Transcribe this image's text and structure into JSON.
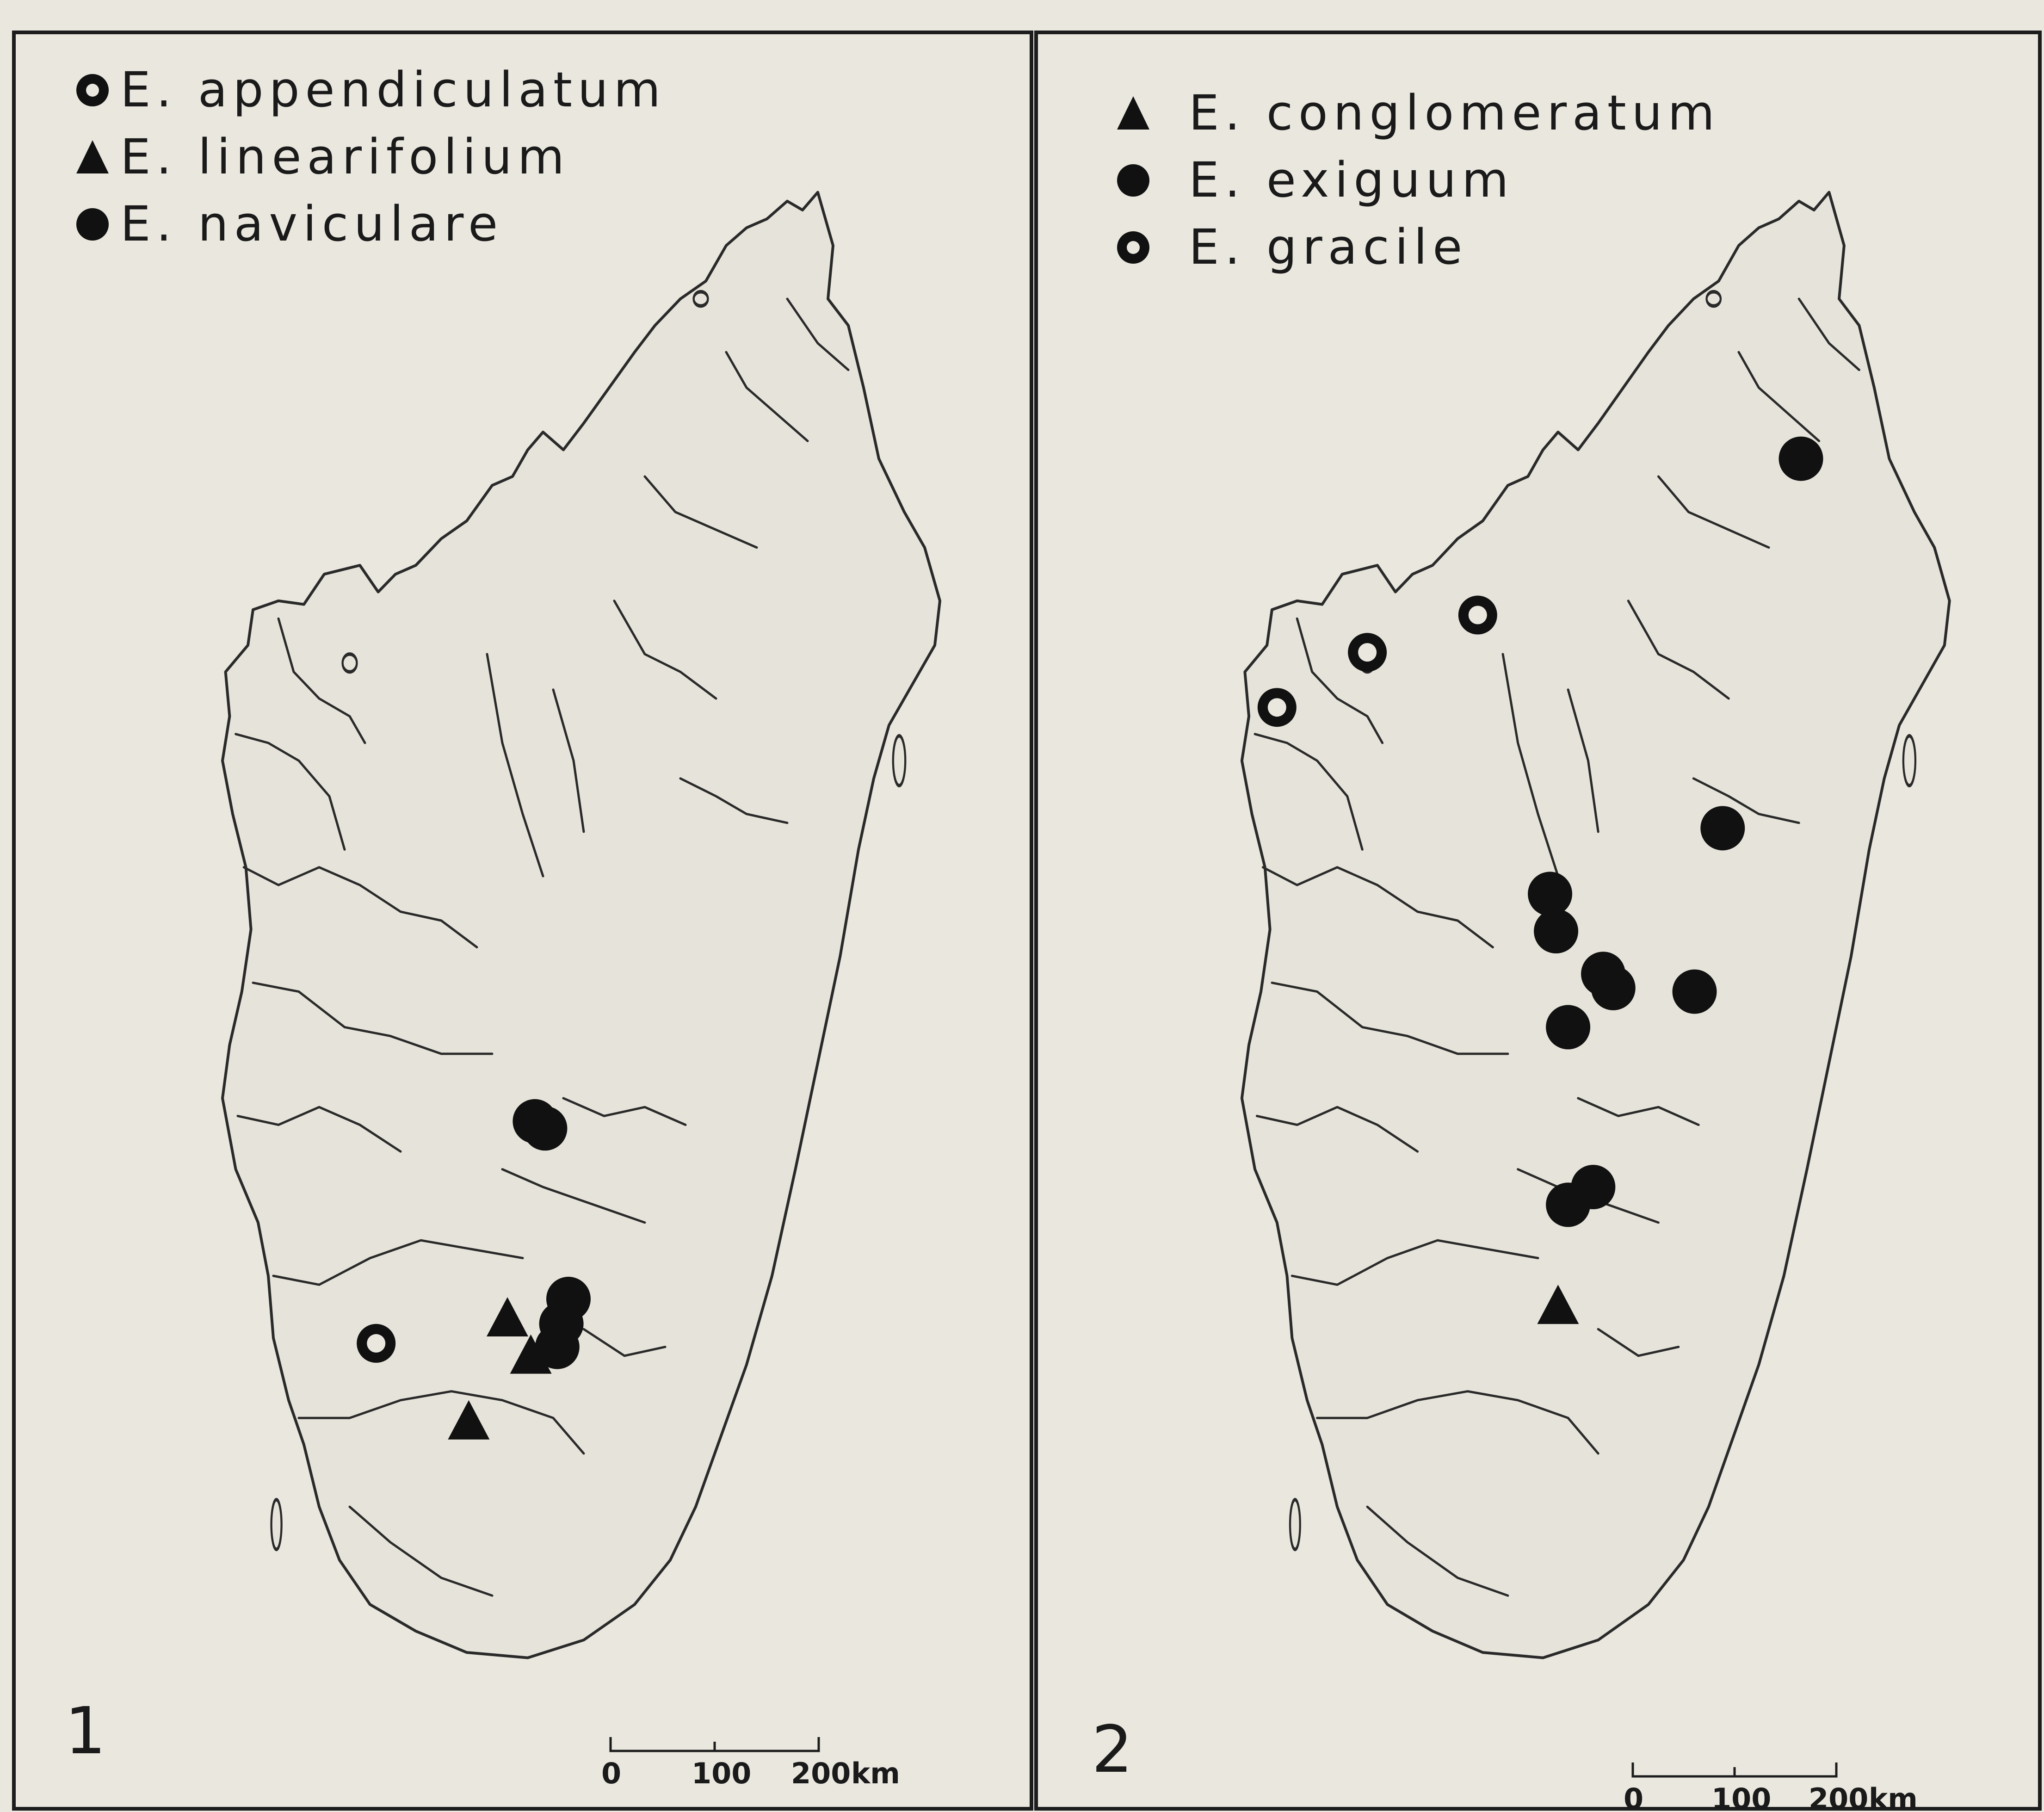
{
  "panels": [
    {
      "number": "1",
      "legend": [
        {
          "symbol": "open-star-circle",
          "label": "E. appendiculatum"
        },
        {
          "symbol": "triangle",
          "label": "E. linearifolium"
        },
        {
          "symbol": "circle",
          "label": "E. naviculare"
        }
      ],
      "scale": {
        "ticks": [
          "0",
          "100",
          "200"
        ],
        "unit": "km"
      },
      "markers": [
        {
          "symbol": "circle",
          "x": 0.512,
          "y": 0.613
        },
        {
          "symbol": "circle",
          "x": 0.522,
          "y": 0.617
        },
        {
          "symbol": "circle",
          "x": 0.545,
          "y": 0.713
        },
        {
          "symbol": "circle",
          "x": 0.538,
          "y": 0.727
        },
        {
          "symbol": "circle",
          "x": 0.534,
          "y": 0.74
        },
        {
          "symbol": "triangle",
          "x": 0.485,
          "y": 0.725
        },
        {
          "symbol": "triangle",
          "x": 0.508,
          "y": 0.746
        },
        {
          "symbol": "triangle",
          "x": 0.447,
          "y": 0.783
        },
        {
          "symbol": "open-star-circle",
          "x": 0.356,
          "y": 0.738
        }
      ]
    },
    {
      "number": "2",
      "legend": [
        {
          "symbol": "triangle",
          "label": "E. conglomeratum"
        },
        {
          "symbol": "circle",
          "label": "E. exiguum"
        },
        {
          "symbol": "open-star-circle",
          "label": "E. gracile"
        }
      ],
      "scale": {
        "ticks": [
          "0",
          "100",
          "200"
        ],
        "unit": "km"
      },
      "markers": [
        {
          "symbol": "circle",
          "x": 0.762,
          "y": 0.24
        },
        {
          "symbol": "circle",
          "x": 0.684,
          "y": 0.448
        },
        {
          "symbol": "circle",
          "x": 0.512,
          "y": 0.485
        },
        {
          "symbol": "circle",
          "x": 0.518,
          "y": 0.506
        },
        {
          "symbol": "circle",
          "x": 0.565,
          "y": 0.53
        },
        {
          "symbol": "circle",
          "x": 0.575,
          "y": 0.538
        },
        {
          "symbol": "circle",
          "x": 0.656,
          "y": 0.54
        },
        {
          "symbol": "circle",
          "x": 0.53,
          "y": 0.56
        },
        {
          "symbol": "circle",
          "x": 0.555,
          "y": 0.65
        },
        {
          "symbol": "circle",
          "x": 0.53,
          "y": 0.66
        },
        {
          "symbol": "triangle",
          "x": 0.52,
          "y": 0.718
        },
        {
          "symbol": "open-star-circle",
          "x": 0.33,
          "y": 0.349
        },
        {
          "symbol": "open-star-circle",
          "x": 0.44,
          "y": 0.328
        },
        {
          "symbol": "open-star-circle",
          "x": 0.24,
          "y": 0.38
        }
      ]
    }
  ]
}
